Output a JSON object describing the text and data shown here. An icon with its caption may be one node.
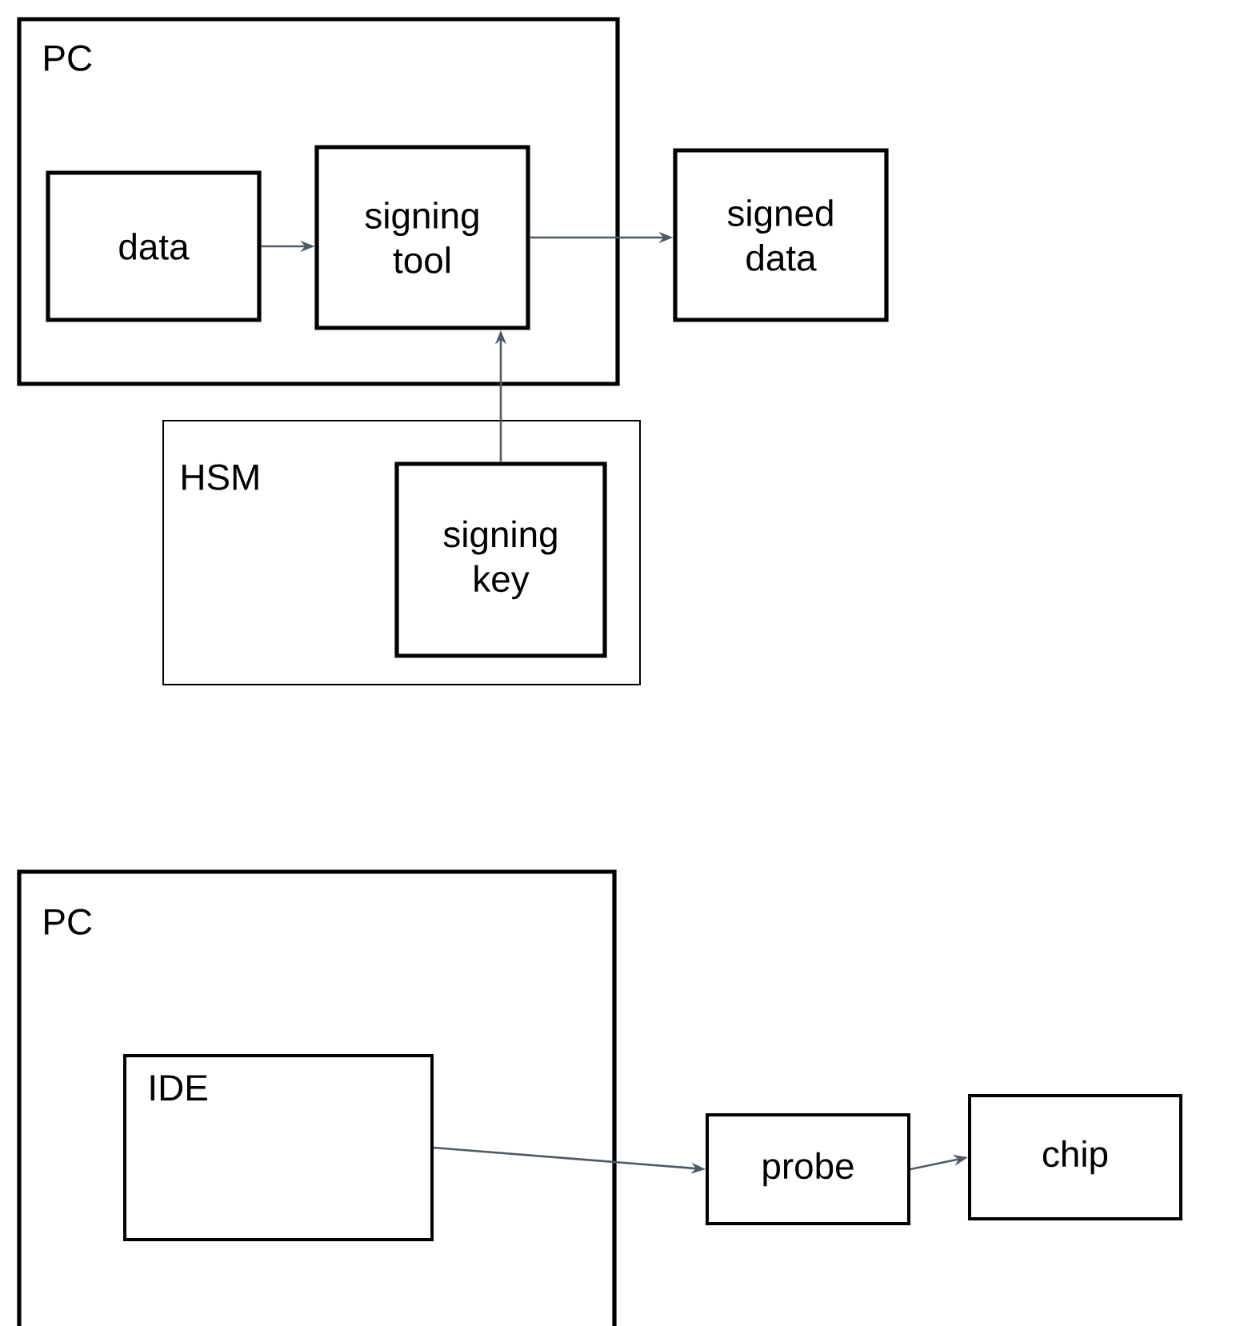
{
  "diagram": {
    "nodes": [
      {
        "text": [
          "PC"
        ]
      },
      {
        "text": [
          "data"
        ],
        "in": 0
      },
      {
        "text": [
          "signing tool"
        ],
        "in": 0
      },
      {
        "text": [
          "signed data"
        ]
      },
      {
        "text": [
          "HSM"
        ]
      },
      {
        "text": [
          "signing key"
        ],
        "in": 4
      },
      {
        "text": [
          "PC"
        ]
      },
      {
        "text": [
          "IDE"
        ],
        "in": 6
      },
      {
        "text": [
          "probe"
        ]
      },
      {
        "text": [
          "chip"
        ]
      }
    ],
    "edges": [
      {
        "from": 1,
        "to": 2,
        "arrow": "to"
      },
      {
        "from": 2,
        "to": 3,
        "arrow": "to"
      },
      {
        "from": 5,
        "to": 2,
        "arrow": "to"
      },
      {
        "from": 7,
        "to": 8,
        "arrow": "to"
      },
      {
        "from": 8,
        "to": 9,
        "arrow": "to"
      }
    ]
  }
}
